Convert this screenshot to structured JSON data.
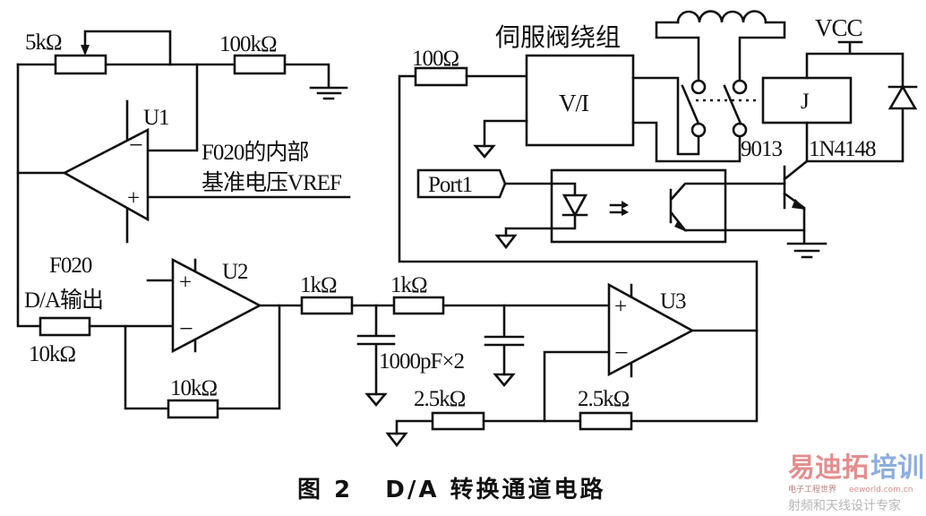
{
  "labels": {
    "pot": "5kΩ",
    "r_100k": "100kΩ",
    "u1": "U1",
    "vref_line1": "F020的内部",
    "vref_line2": "基准电压VREF",
    "da_line1": "F020",
    "da_line2": "D/A输出",
    "r_10k_in": "10kΩ",
    "r_10k_fb": "10kΩ",
    "u2": "U2",
    "r_1k_a": "1kΩ",
    "r_1k_b": "1kΩ",
    "caps": "1000pF×2",
    "r_2_5k_a": "2.5kΩ",
    "r_2_5k_b": "2.5kΩ",
    "u3": "U3",
    "servo_coil": "伺服阀绕组",
    "r_100": "100Ω",
    "vi": "V/I",
    "relay": "J",
    "vcc": "VCC",
    "transistor": "9013",
    "diode": "1N4148",
    "port": "Port1"
  },
  "caption": "图 2   D/A 转换通道电路",
  "watermark": {
    "brand_a": "易迪拓",
    "brand_b": "培训",
    "tagline": "射频和天线设计专家",
    "site_cn": "电子工程世界",
    "site": "eeworld.com.cn",
    "colors": {
      "red": "#e07a7a",
      "blue": "#7aa0d8"
    }
  }
}
